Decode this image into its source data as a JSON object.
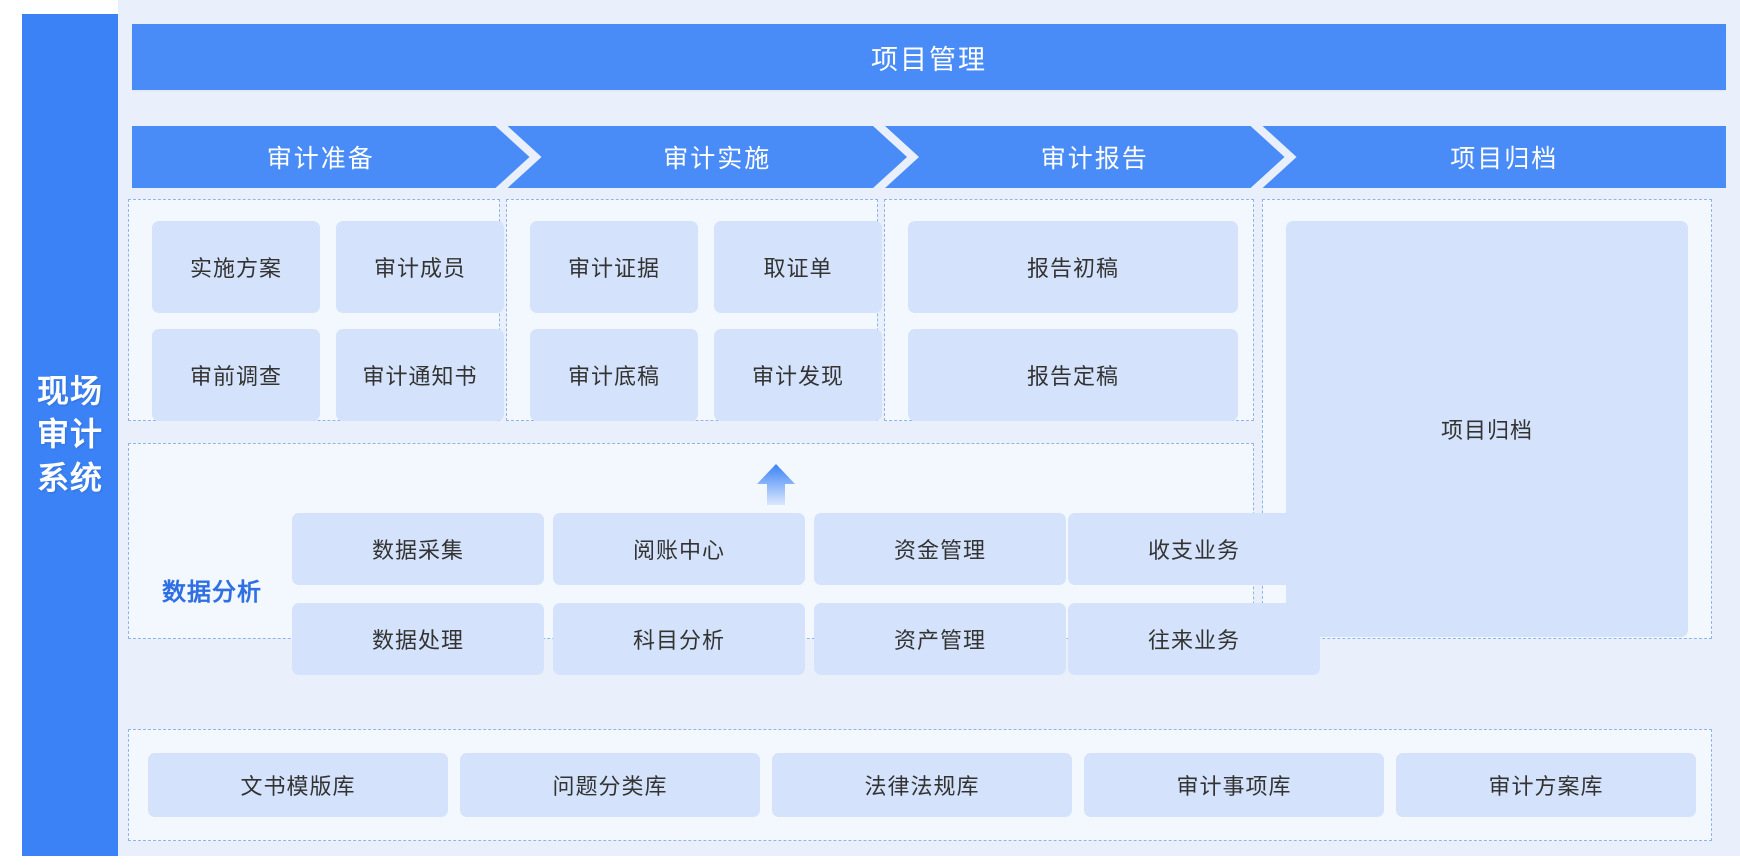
{
  "brand": {
    "lines": [
      "现场",
      "审计",
      "系统"
    ],
    "color": "#3b82f6"
  },
  "header": {
    "title": "项目管理",
    "color": "#4a8cf7"
  },
  "stages": [
    {
      "label": "审计准备"
    },
    {
      "label": "审计实施"
    },
    {
      "label": "审计报告"
    },
    {
      "label": "项目归档"
    }
  ],
  "groups": {
    "prepare": {
      "cards": [
        "实施方案",
        "审计成员",
        "审前调查",
        "审计通知书"
      ]
    },
    "execute": {
      "cards": [
        "审计证据",
        "取证单",
        "审计底稿",
        "审计发现"
      ]
    },
    "report": {
      "cards": [
        "报告初稿",
        "报告定稿"
      ]
    },
    "archive": {
      "cards": [
        "项目归档"
      ]
    },
    "data_analysis": {
      "label": "数据分析",
      "label_color": "#2f6fe4",
      "cards": [
        "数据采集",
        "阅账中心",
        "资金管理",
        "收支业务",
        "数据处理",
        "科目分析",
        "资产管理",
        "往来业务"
      ]
    },
    "libraries": {
      "cards": [
        "文书模版库",
        "问题分类库",
        "法律法规库",
        "审计事项库",
        "审计方案库"
      ]
    }
  },
  "arrow": {
    "name": "up-arrow-icon",
    "direction": "up",
    "color_top": "#4a8cf7",
    "color_bottom": "#cfe0fb"
  },
  "palette": {
    "canvas_bg": "#eaf0fb",
    "card_bg": "#d4e3fb",
    "group_bg": "#f3f7fe",
    "group_border": "#8fb4ec",
    "card_text": "#333333",
    "band_text": "#ffffff"
  }
}
